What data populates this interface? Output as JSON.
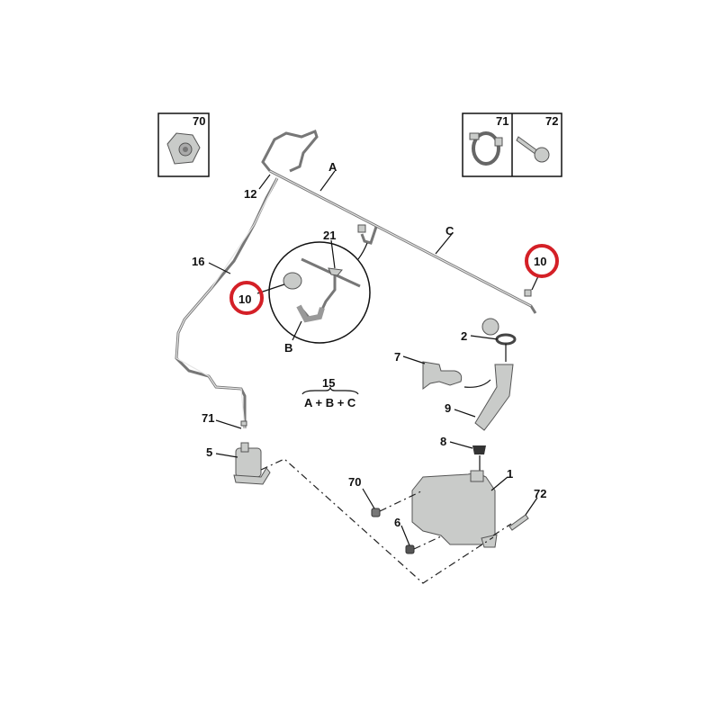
{
  "diagram": {
    "inset_boxes": [
      {
        "label": "70"
      },
      {
        "label": "71"
      },
      {
        "label": "72"
      }
    ],
    "callouts": {
      "a": "A",
      "b": "B",
      "c": "C",
      "p12": "12",
      "p16": "16",
      "p21": "21",
      "p10_left": "10",
      "p10_right": "10",
      "p2": "2",
      "p7": "7",
      "p9": "9",
      "p8": "8",
      "p1": "1",
      "p70": "70",
      "p72": "72",
      "p6": "6",
      "p71": "71",
      "p5": "5"
    },
    "kit": {
      "number": "15",
      "formula": "A + B + C"
    },
    "highlight_color": "#d42027"
  }
}
